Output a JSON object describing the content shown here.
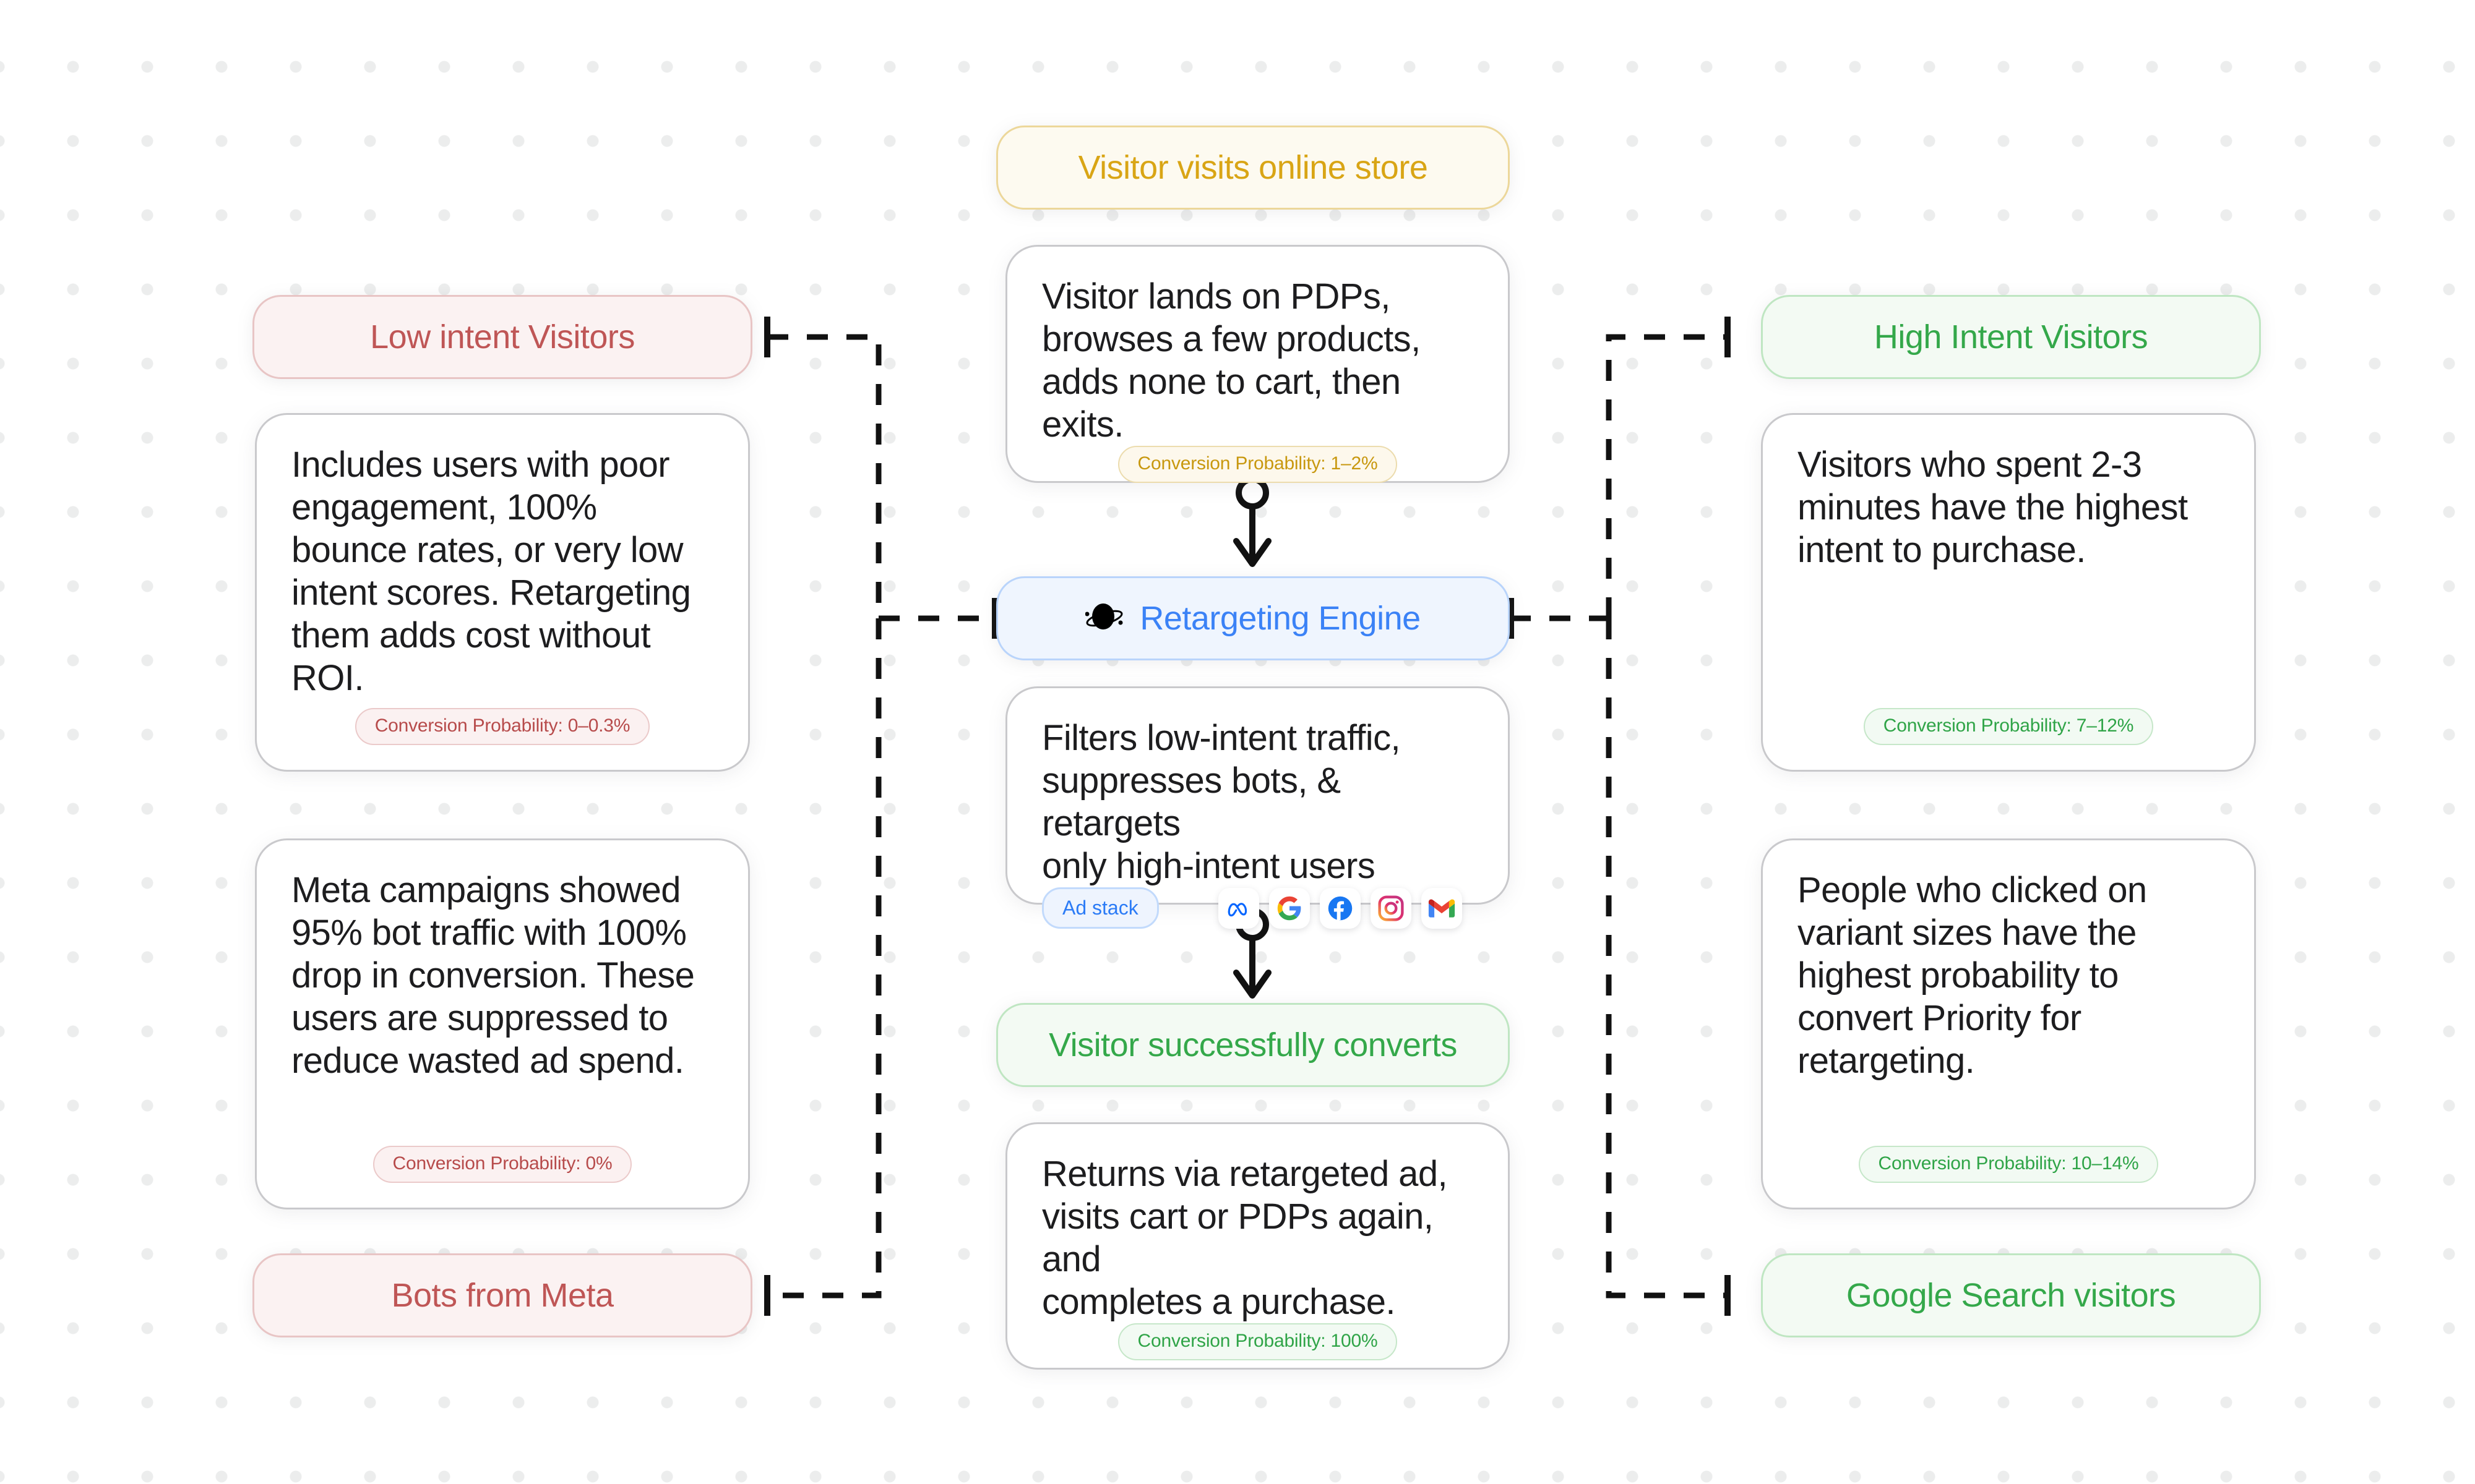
{
  "diagram": {
    "title": "Retargeting funnel flow",
    "colors": {
      "yellow": "#d9a515",
      "red": "#bf5656",
      "green": "#34a84a",
      "blue": "#3b82f6",
      "card_border": "#c9c9cc",
      "dot_grid": "#eceded"
    }
  },
  "center": {
    "top_pill": "Visitor visits online store",
    "card1": {
      "text": "Visitor lands on PDPs,\nbrowses a few products,\nadds none to cart, then exits.",
      "probability": "Conversion Probability: 1–2%"
    },
    "engine_pill": {
      "label": "Retargeting Engine",
      "icon": "planet-icon"
    },
    "card2": {
      "text": "Filters low-intent traffic,\nsuppresses bots, & retargets\nonly high-intent users",
      "adstack_label": "Ad stack",
      "adstack_icons": [
        "meta-icon",
        "google-icon",
        "facebook-icon",
        "instagram-icon",
        "gmail-icon"
      ]
    },
    "converts_pill": "Visitor successfully converts",
    "card3": {
      "text": "Returns via retargeted ad,\nvisits cart or PDPs again, and\ncompletes a purchase.",
      "probability": "Conversion Probability: 100%"
    }
  },
  "left": {
    "top_pill": "Low intent Visitors",
    "card1": {
      "text": "Includes users with poor\nengagement, 100%\nbounce rates, or very low\nintent scores. Retargeting\nthem adds cost without\nROI.",
      "probability": "Conversion Probability: 0–0.3%"
    },
    "card2": {
      "text": "Meta campaigns showed\n95% bot traffic with 100%\ndrop in conversion. These\nusers are suppressed to\nreduce wasted ad spend.",
      "probability": "Conversion Probability: 0%"
    },
    "bottom_pill": "Bots from Meta"
  },
  "right": {
    "top_pill": "High Intent Visitors",
    "card1": {
      "text": "Visitors who spent 2-3\nminutes have the highest\nintent to purchase.",
      "probability": "Conversion Probability: 7–12%"
    },
    "card2": {
      "text": "People who clicked on\nvariant sizes have the\nhighest probability to\nconvert Priority for\nretargeting.",
      "probability": "Conversion Probability: 10–14%"
    },
    "bottom_pill": "Google Search visitors"
  }
}
